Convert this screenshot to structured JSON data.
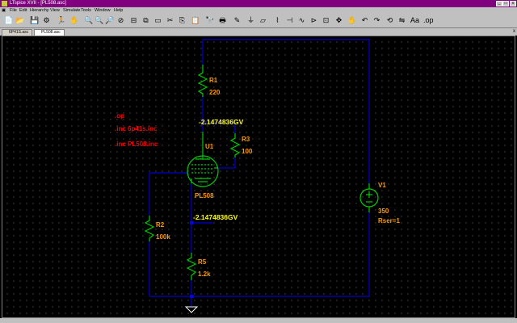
{
  "window": {
    "title": "LTspice XVII - [PL508.asc]"
  },
  "menu": [
    "File",
    "Edit",
    "Hierarchy",
    "View",
    "Simulate",
    "Tools",
    "Window",
    "Help"
  ],
  "tabs": [
    {
      "label": "6P41S.asc",
      "active": false
    },
    {
      "label": "PL508.asc",
      "active": true
    }
  ],
  "directives": [
    ".op",
    ".inc 6p41s.inc",
    ".inc PL508.inc"
  ],
  "components": {
    "r1": {
      "name": "R1",
      "value": "220"
    },
    "r3": {
      "name": "R3",
      "value": "100"
    },
    "r2": {
      "name": "R2",
      "value": "100k"
    },
    "r5": {
      "name": "R5",
      "value": "1.2k"
    },
    "u1": {
      "name": "U1",
      "value": "PL508"
    },
    "v1": {
      "name": "V1",
      "value": "350",
      "param": "Rser=1"
    }
  },
  "node_labels": {
    "top": "-2.1474836GV",
    "bottom": "-2.1474836GV"
  },
  "colors": {
    "wire": "#0000ff",
    "component": "#00cc00",
    "label": "#ff9900",
    "directive": "#ff0000",
    "voltage": "#ffff00",
    "titlebar": "#800080"
  }
}
